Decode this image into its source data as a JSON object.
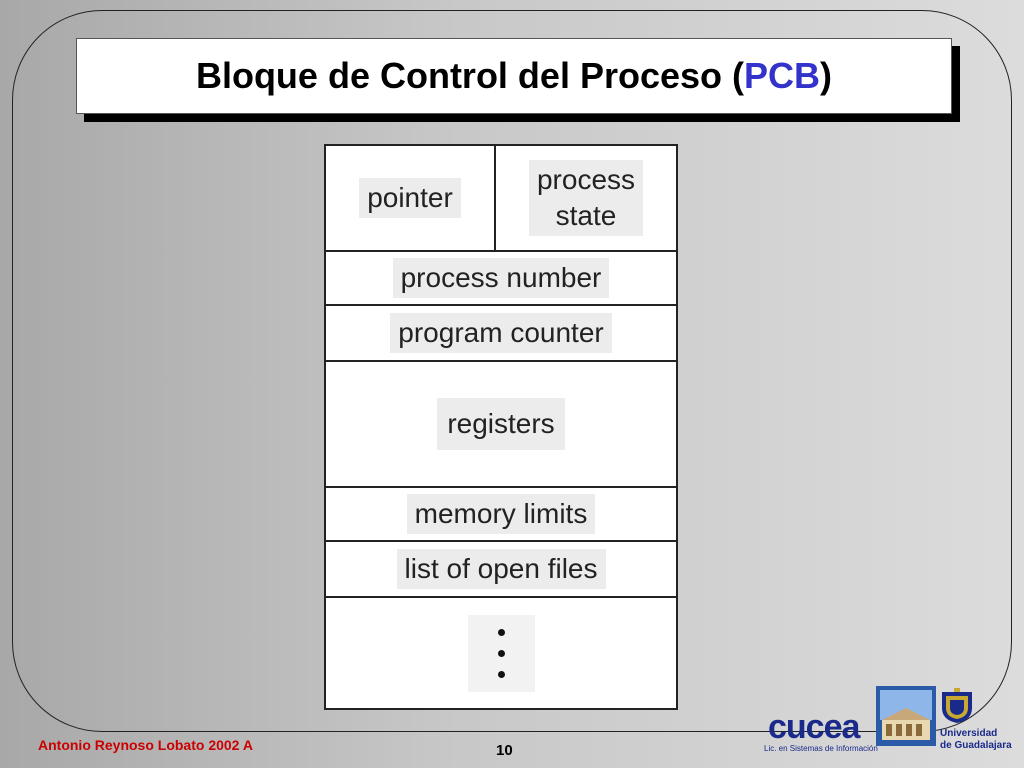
{
  "title": {
    "main": "Bloque de Control del Proceso (",
    "accent": "PCB",
    "end": ")"
  },
  "pcb": {
    "pointer": "pointer",
    "process_state_line1": "process",
    "process_state_line2": "state",
    "process_number": "process number",
    "program_counter": "program counter",
    "registers": "registers",
    "memory_limits": "memory limits",
    "open_files": "list of open files"
  },
  "footer": {
    "author": "Antonio Reynoso Lobato 2002 A",
    "page_number": "10"
  },
  "logos": {
    "cucea": "cucea",
    "cucea_sub": "Lic. en Sistemas de Información",
    "udg_line1": "Universidad",
    "udg_line2": "de Guadalajara"
  },
  "colors": {
    "title_accent": "#3333cc",
    "author_text": "#cc0000",
    "logo_blue": "#1a2a8a"
  }
}
